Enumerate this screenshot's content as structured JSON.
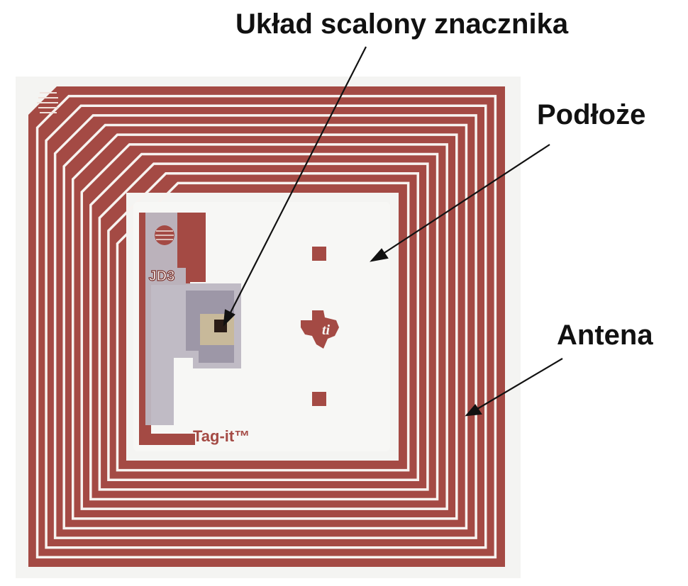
{
  "labels": {
    "chip": "Układ scalony znacznika",
    "substrate": "Podłoże",
    "antenna": "Antena"
  },
  "tag": {
    "brand_text": "Tag-it™",
    "marking_text": "JD3",
    "logo_icon": "texas-instruments-logo-icon"
  },
  "colors": {
    "copper": "#a44a44",
    "copper_dark": "#8a3a34",
    "substrate": "#f7f7f5",
    "foil": "#b8b2bb",
    "label": "#111111"
  }
}
